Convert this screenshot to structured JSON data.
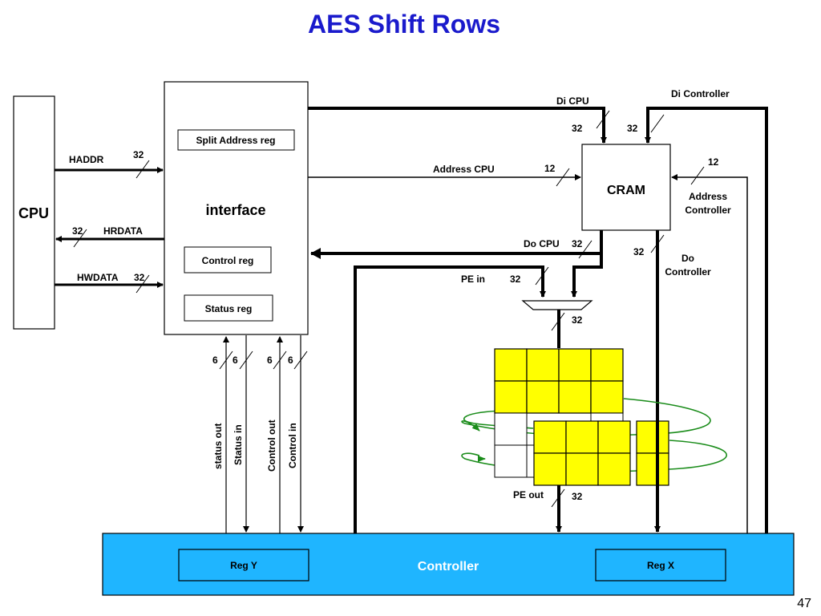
{
  "title": "AES Shift Rows",
  "page_number": "47",
  "colors": {
    "title": "#1a1acc",
    "controller_fill": "#1fb5ff",
    "cell_fill": "#ffff00",
    "arrow_green": "#1a8c1a"
  },
  "blocks": {
    "cpu": "CPU",
    "interface": "interface",
    "split_address_reg": "Split Address reg",
    "control_reg": "Control reg",
    "status_reg": "Status reg",
    "cram": "CRAM",
    "controller": "Controller",
    "reg_y": "Reg Y",
    "reg_x": "Reg X"
  },
  "signals": {
    "haddr": "HADDR",
    "hrdata": "HRDATA",
    "hwdata": "HWDATA",
    "di_cpu": "Di CPU",
    "di_controller": "Di Controller",
    "address_cpu": "Address CPU",
    "address_controller_1": "Address",
    "address_controller_2": "Controller",
    "do_cpu": "Do CPU",
    "do_controller_1": "Do",
    "do_controller_2": "Controller",
    "pe_in": "PE in",
    "pe_out": "PE out",
    "status_out": "status out",
    "status_in": "Status in",
    "control_out": "Control out",
    "control_in": "Control in"
  },
  "widths": {
    "haddr": "32",
    "hrdata": "32",
    "hwdata": "32",
    "di_cpu": "32",
    "di_controller": "32",
    "address_cpu": "12",
    "address_controller": "12",
    "do_cpu": "32",
    "do_controller": "32",
    "pe_in": "32",
    "mux_out": "32",
    "pe_out": "32",
    "status_out": "6",
    "status_in": "6",
    "control_out": "6",
    "control_in": "6"
  }
}
